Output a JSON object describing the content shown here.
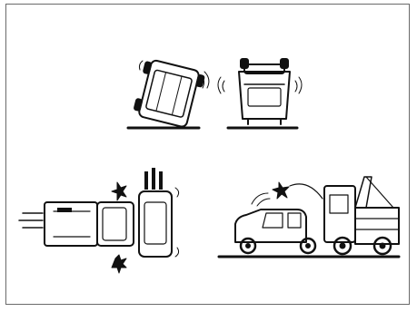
{
  "figure": {
    "panels": [
      {
        "id": "rollover-side",
        "icon": "vehicle-tipping-on-side-icon"
      },
      {
        "id": "rollover-roof",
        "icon": "vehicle-upside-down-on-roof-icon"
      },
      {
        "id": "side-impact",
        "icon": "side-impact-collision-icon"
      },
      {
        "id": "rear-impact-underride",
        "icon": "car-under-truck-rear-collision-icon"
      }
    ],
    "colors": {
      "ink": "#111111",
      "paper": "#ffffff",
      "border": "#6a6a6a"
    }
  }
}
